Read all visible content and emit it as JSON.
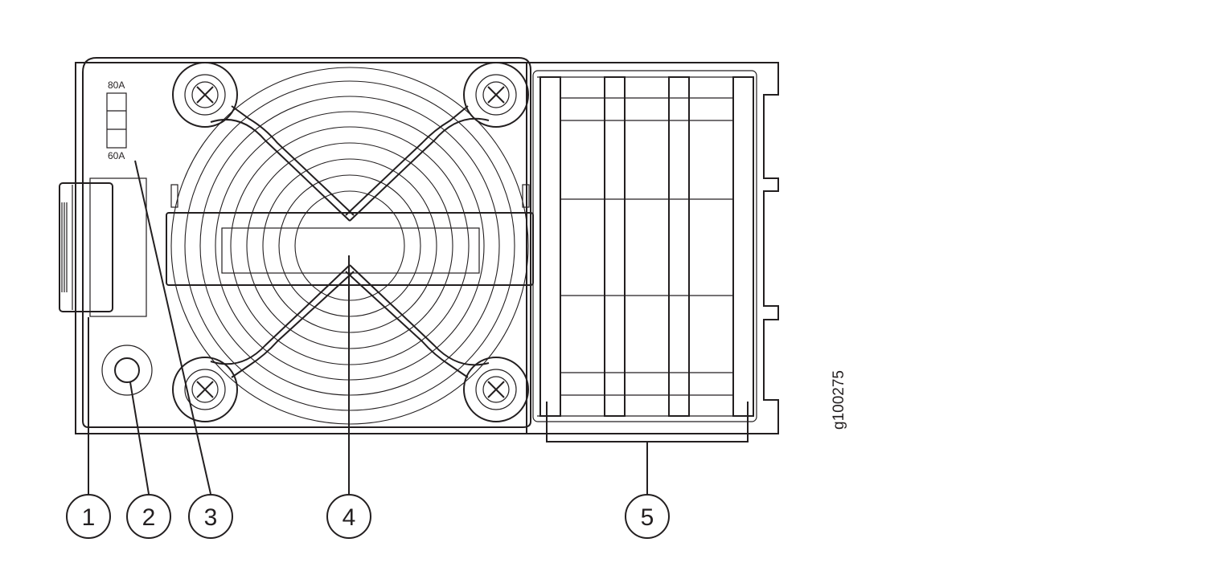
{
  "breaker_labels": {
    "top": "80A",
    "bottom": "60A"
  },
  "callouts": [
    "1",
    "2",
    "3",
    "4",
    "5"
  ],
  "figure_id": "g100275"
}
